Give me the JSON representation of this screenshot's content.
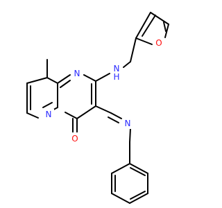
{
  "atoms": {
    "n_ring_top": "N",
    "n_ring_bottom": "N",
    "n_amine": "N",
    "h_amine": "H",
    "n_imine": "N",
    "o_furan": "O",
    "o_carbonyl": "O"
  },
  "colors": {
    "bond": "#000000",
    "nitrogen": "#2b2bff",
    "oxygen": "#ff0d0d",
    "background": "#ffffff"
  }
}
